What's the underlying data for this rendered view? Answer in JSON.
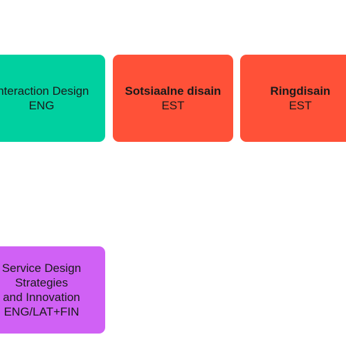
{
  "courses": [
    {
      "title": "Interaction Design",
      "language": "ENG",
      "color": "#00d0a0"
    },
    {
      "title": "Sotsiaalne disain",
      "language": "EST",
      "color": "#ff5138"
    },
    {
      "title": "Ringdisain",
      "language": "EST",
      "color": "#ff5138"
    },
    {
      "title": "Service Design\nStrategies\nand Innovation",
      "language": "ENG/LAT+FIN",
      "color": "#d061f5"
    }
  ]
}
